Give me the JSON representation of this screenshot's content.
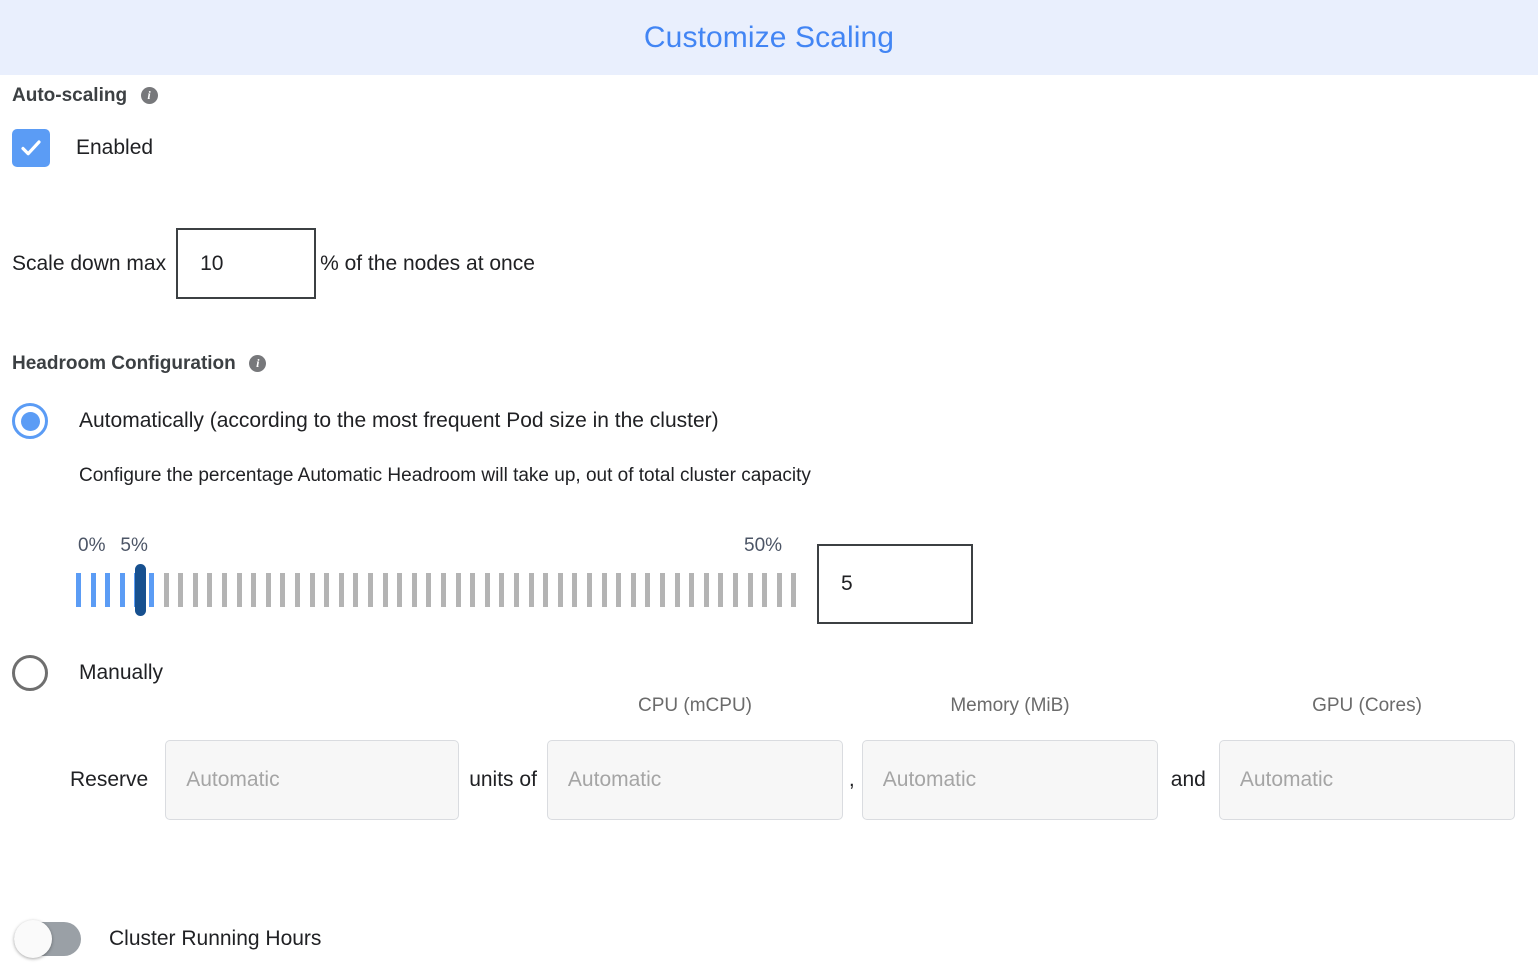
{
  "header": {
    "title": "Customize Scaling",
    "title_color": "#4285f4",
    "background": "#e9effd"
  },
  "autoscaling": {
    "section_label": "Auto-scaling",
    "info_glyph": "i",
    "checkbox_label": "Enabled",
    "checkbox_checked": true,
    "checkbox_color": "#5b9cf5"
  },
  "scale_down": {
    "prefix_label": "Scale down max",
    "value": "10",
    "suffix_label": "% of the nodes at once"
  },
  "headroom": {
    "section_label": "Headroom Configuration",
    "info_glyph": "i",
    "option_auto_label": "Automatically (according to the most frequent Pod size in the cluster)",
    "option_auto_selected": true,
    "auto_help_text": "Configure the percentage Automatic Headroom will take up, out of total cluster capacity",
    "option_manual_label": "Manually",
    "option_manual_selected": false
  },
  "slider": {
    "min_label": "0%",
    "current_label": "5%",
    "max_label": "50%",
    "min": 0,
    "max": 50,
    "value": 5,
    "value_box": "5",
    "tick_count": 50,
    "filled_color": "#5b9cf5",
    "empty_color": "#b4b4b4",
    "thumb_color": "#17508f",
    "label_color": "#4c5566"
  },
  "reserve": {
    "row_label": "Reserve",
    "units_label": "units of",
    "comma": ",",
    "and_label": "and",
    "columns": [
      {
        "header": "",
        "placeholder": "Automatic"
      },
      {
        "header": "CPU (mCPU)",
        "placeholder": "Automatic"
      },
      {
        "header": "Memory (MiB)",
        "placeholder": "Automatic"
      },
      {
        "header": "GPU (Cores)",
        "placeholder": "Automatic"
      }
    ]
  },
  "cluster_running_hours": {
    "label": "Cluster Running Hours",
    "enabled": false
  }
}
